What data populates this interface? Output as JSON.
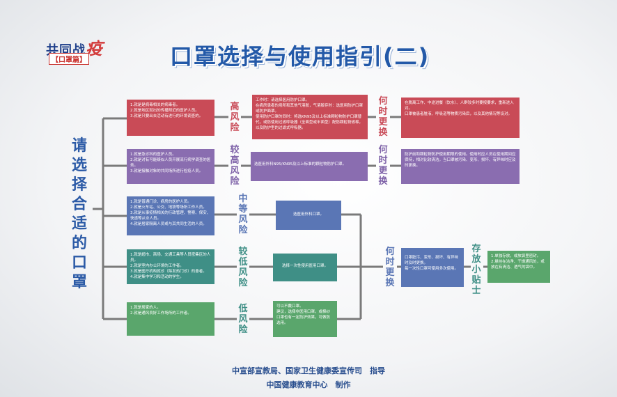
{
  "logo": {
    "main": "共同战",
    "ji": "疫",
    "sub": "【口罩篇】"
  },
  "title": "口罩选择与使用指引(二)",
  "side_label": "请选择合适的口罩",
  "rows": [
    {
      "risk": "高风险",
      "left": [
        "1.就是是病毒相关的病毒者。",
        "2.就是地区就出的传播附近的医护人员。",
        "3.就是只要出去活动有进行的环境调查的。"
      ],
      "mid": [
        "工作时：请选择医用防护口罩。",
        "在病房患者的场所和其他气溶胶，气溶胶存时：选医用防护口罩或防护面罩。",
        "使用防护口罩的同时：将选KN95及以上标准颗粒物防护口罩替代，或防使用过滤呼吸器（全面型或半面型）配防颗粒物滤棉，以及防护型的过滤式呼吸器。"
      ],
      "when": "何时更换",
      "right": [
        "在脱离工作、中途进餐（饮水）、人群较多时要按要求，重新进入对。",
        "口罩被患者脏液、呼吸道等物质污染后，以及其他情况等设对。"
      ]
    },
    {
      "risk": "较高风险",
      "left": [
        "1.就是急诊科的医护人员。",
        "2.就是对有可能疑似人员开展流行病学调查的医务。",
        "3.就是接触对象的共同场所进行检疫人员。"
      ],
      "mid": [
        "选医用外科N95/KN95及以上标准的颗粒物防护口罩。"
      ],
      "when": "何时更换",
      "right": [
        "防护前和颗粒物防护使用期限的使用。使用时应人员在使用期间应保持，相对比较清洁，当口罩被污染、变形、损坏、有异味时应及时更换。"
      ]
    },
    {
      "risk": "中等风险",
      "left": [
        "1.就是普通门诊、病房的医护人员。",
        "2.就是火车站、公交、地铁等场所工作人员。",
        "3.就是从事疫情相关的行政管理、警察、保安、快递等从业人员。",
        "4.就是居家隔离人员或与其共同生活的人员。"
      ],
      "mid": [
        "选医用外科口罩。"
      ]
    },
    {
      "risk": "较低风险",
      "left": [
        "1.就是超市、商场、交通工具等人员密集区的人员。",
        "2.就是室内办公环境的工作者。",
        "3.就是医疗机构就诊（除发热门诊）的患者。",
        "4.就是集中学习和活动的学生。"
      ],
      "mid": [
        "选择一次性使用医用口罩。"
      ]
    },
    {
      "risk": "低风险",
      "left": [
        "1.就是居家的人。",
        "2.就是通风良好工作场所的工作者。"
      ],
      "mid": [
        "可以不戴口罩。",
        "建议，选择非医用口罩，或棉纱口罩也有一定防护效果，可做防选用。"
      ]
    }
  ],
  "shared_when": "何时更换",
  "shared_when_box": [
    "口罩脏污、变形、损坏、有异味时及时更换。",
    "每一次性口罩可使用多次使用。"
  ],
  "tips_label": "存放小贴士",
  "tips_box": [
    "1.单独存放，或放袋里密封。",
    "2.悬挂在洁净、干燥通风处，或放在有清洁、透气的袋中。"
  ],
  "footer": {
    "line1": "中宣部宣教局、国家卫生健康委宣传司　指导",
    "line2": "中国健康教育中心　制作"
  }
}
